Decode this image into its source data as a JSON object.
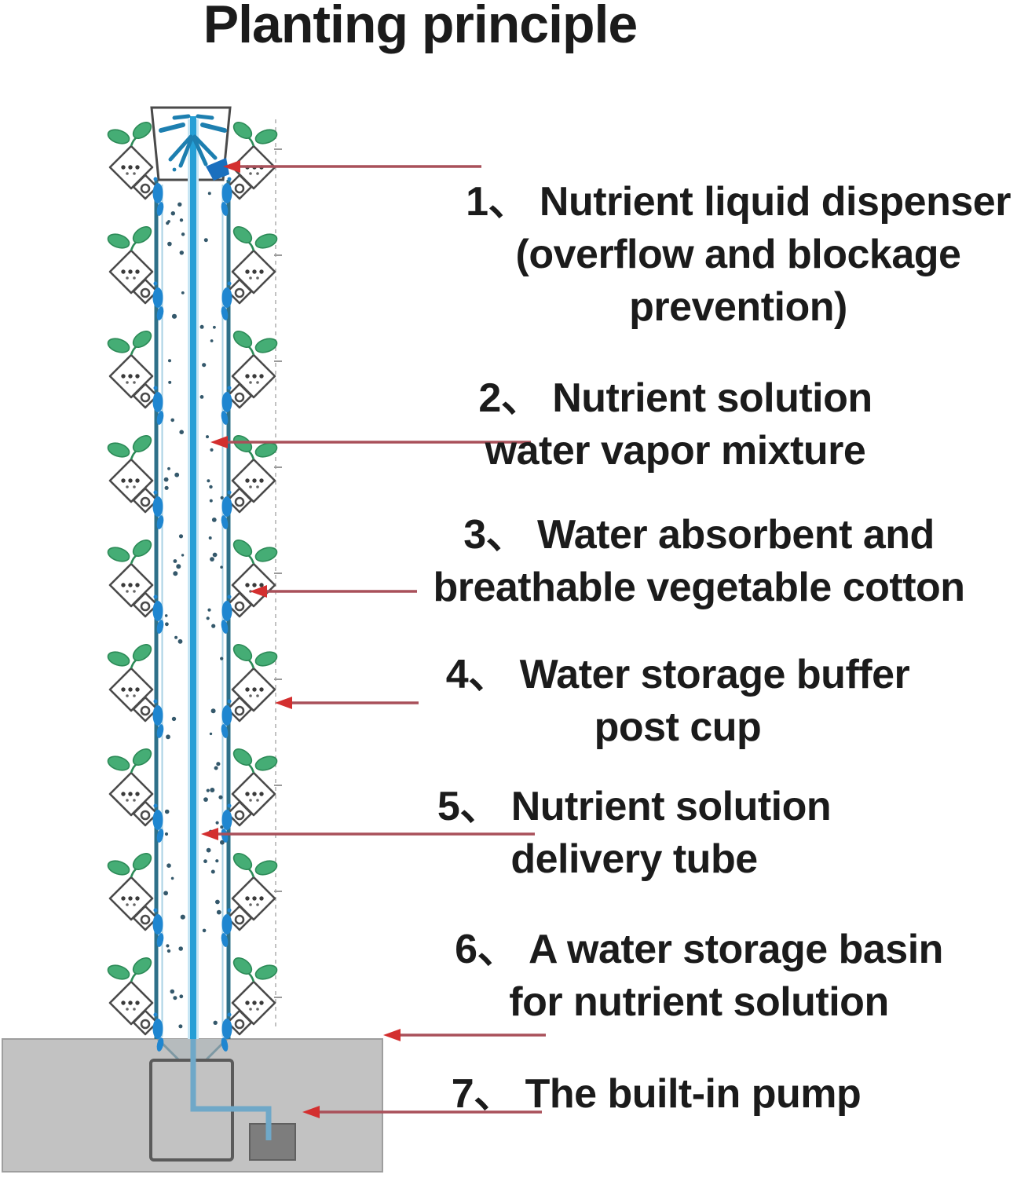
{
  "title": "Planting principle",
  "annotations": {
    "items": [
      {
        "id": 1,
        "lines": [
          "1、 Nutrient liquid dispenser",
          "(overflow and blockage",
          "prevention)"
        ]
      },
      {
        "id": 2,
        "lines": [
          "2、 Nutrient solution",
          "water vapor mixture"
        ]
      },
      {
        "id": 3,
        "lines": [
          "3、 Water absorbent and",
          "breathable vegetable cotton"
        ]
      },
      {
        "id": 4,
        "lines": [
          "4、 Water storage buffer",
          "post cup"
        ]
      },
      {
        "id": 5,
        "lines": [
          "5、 Nutrient solution",
          "delivery tube"
        ]
      },
      {
        "id": 6,
        "lines": [
          "6、 A water storage basin",
          "for nutrient solution"
        ]
      },
      {
        "id": 7,
        "lines": [
          "7、 The built-in pump"
        ]
      }
    ]
  },
  "diagram": {
    "plant_levels": 9,
    "cups_per_level": 2,
    "parts": [
      "nutrient-liquid-dispenser",
      "water-vapor-column",
      "plant-cup",
      "central-delivery-tube",
      "water-storage-basin",
      "built-in-pump",
      "measure-guide-line",
      "sprinkler-spray"
    ]
  },
  "colors": {
    "text": "#1b1b1b",
    "arrow_line": "#a9505a",
    "arrow_head": "#d32f2f",
    "tube_blue": "#259fd6",
    "tube_halo": "#c7e6f4",
    "edge_teal": "#2e7089",
    "inner_stripe": "#a9d2e4",
    "blob_blue": "#1f86d0",
    "leaf_green": "#45ad75",
    "leaf_outline": "#2c8a57",
    "cup_outline": "#4a4a4a",
    "vapor_dot": "#34586b",
    "basin_gray": "#c2c2c2",
    "basin_border": "#9e9e9e",
    "well_outline": "#5a5a5a",
    "pump_gray": "#7d7d7d",
    "basin_tube": "#6fa8c8",
    "guide_gray": "#b3b3b3"
  }
}
